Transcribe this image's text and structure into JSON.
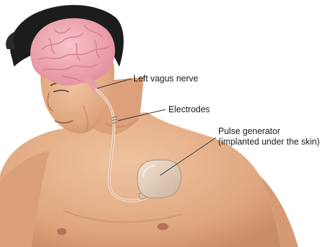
{
  "labels": {
    "vagus_nerve": "Left vagus nerve",
    "electrodes": "Electrodes",
    "pulse_generator_line1": "Pulse generator",
    "pulse_generator_line2": "(implanted under the skin)"
  },
  "colors": {
    "background": "#ffffff",
    "skin": "#e6b38e",
    "skin_shadow": "#cf9670",
    "hair": "#1c1c1c",
    "brain": "#f0a7b2",
    "brain_fold": "#d77c8c",
    "lead_wire": "#f3d9c8",
    "device": "#e3d0bd",
    "leader_line": "#333333"
  }
}
